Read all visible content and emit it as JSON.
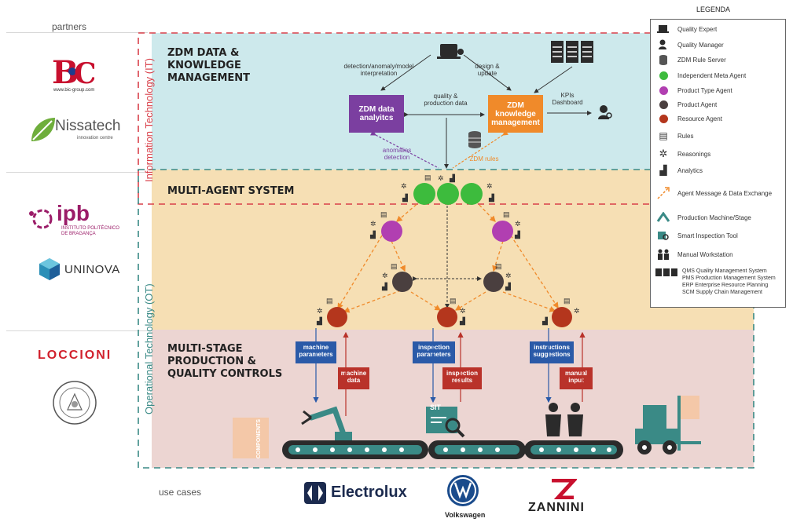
{
  "partners_label": "partners",
  "use_cases_label": "use cases",
  "partners": {
    "bic": "B:C",
    "bic_sub": "www.bic-group.com",
    "nissatech": "Nissatech",
    "nissatech_sub": "innovation centre",
    "ipb": "ipb",
    "ipb_sub1": "INSTITUTO POLITÉCNICO",
    "ipb_sub2": "DE BRAGANÇA",
    "uninova": "UNINOVA",
    "loccioni": "LOCCIONI"
  },
  "side_labels": {
    "it": "Information Technology (IT)",
    "ot": "Operational Technology (OT)"
  },
  "bands": {
    "zdm_title": "ZDM DATA & KNOWLEDGE MANAGEMENT",
    "mas_title": "MULTI-AGENT SYSTEM",
    "production_title": "MULTI-STAGE PRODUCTION & QUALITY CONTROLS"
  },
  "zdm": {
    "analytics_box": "ZDM data analyitcs",
    "knowledge_box": "ZDM knowledge management",
    "detection_label": "detection/anomaly/model interpretation",
    "design_label": "design & update",
    "quality_label": "quality & production data",
    "kpis_label": "KPIs Dashboard",
    "anomalies_label": "anomalies detection",
    "rules_label": "ZDM rules"
  },
  "production": {
    "machine_parameters": "machine parameters",
    "machine_data": "machine data",
    "inspection_parameters": "inspection parameters",
    "inspection_results": "inspection results",
    "instructions_suggestions": "instructions suggestions",
    "manual_input": "manual input",
    "components": "COMPONENTS",
    "sit": "SIT"
  },
  "legend": {
    "title": "LEGENDA",
    "items": [
      {
        "label": "Quality Expert",
        "icon": "quality-expert-icon"
      },
      {
        "label": "Quality Manager",
        "icon": "quality-manager-icon"
      },
      {
        "label": "ZDM Rule Server",
        "icon": "rule-server-icon"
      },
      {
        "label": "Independent Meta Agent",
        "icon": "green-dot",
        "color": "#3dbb3d"
      },
      {
        "label": "Product Type Agent",
        "icon": "magenta-dot",
        "color": "#b13fb1"
      },
      {
        "label": "Product Agent",
        "icon": "dark-dot",
        "color": "#4a3f3f"
      },
      {
        "label": "Resource Agent",
        "icon": "red-dot",
        "color": "#b4361d"
      },
      {
        "label": "Rules",
        "icon": "rules-icon"
      },
      {
        "label": "Reasonings",
        "icon": "gear-icon"
      },
      {
        "label": "Analytics",
        "icon": "analytics-icon"
      },
      {
        "label": "Agent Message & Data Exchange",
        "icon": "dashed-arrow-icon"
      },
      {
        "label": "Production Machine/Stage",
        "icon": "machine-icon"
      },
      {
        "label": "Smart Inspection Tool",
        "icon": "inspection-tool-icon"
      },
      {
        "label": "Manual Workstation",
        "icon": "workstation-icon"
      }
    ],
    "systems": [
      "QMS Quality Management System",
      "PMS Production Management System",
      "ERP Enterprise Resource Planning",
      "SCM Supply Chain Management"
    ]
  },
  "use_cases": {
    "electrolux": "Electrolux",
    "volkswagen": "Volkswagen",
    "zannini": "ZANNINI"
  },
  "colors": {
    "zdm_band": "#cde9ec",
    "mas_band": "#f6dfb4",
    "production_band": "#ecd5d2",
    "analytics_box": "#7b3fa0",
    "knowledge_box": "#f08a2a",
    "io_blue": "#2a5aa8",
    "io_red": "#b9322a",
    "it_dashed": "#d9404a",
    "ot_dashed": "#3a8a86"
  }
}
